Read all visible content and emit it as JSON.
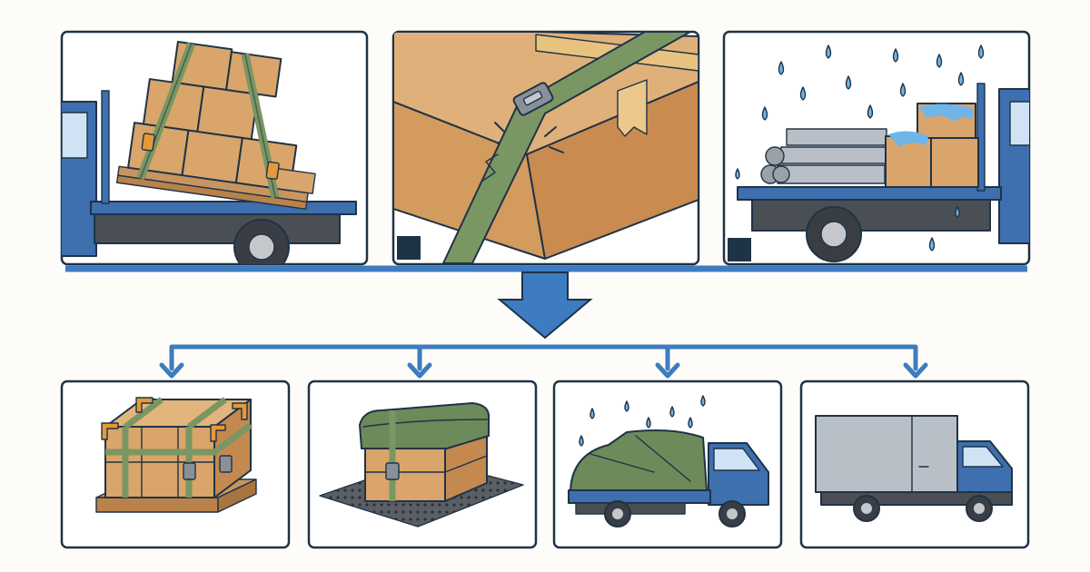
{
  "colors": {
    "background": "#fdfcf9",
    "frame": "#1f3347",
    "flow_blue": "#3d7cc0",
    "truck_blue": "#3e6fae",
    "truck_dark": "#4a4f55",
    "cardboard": "#d9a56a",
    "cardboard_dark": "#b9824a",
    "strap_green": "#7a9663",
    "buckle_orange": "#e39a3a",
    "water": "#6fb5e8",
    "pipe_gray": "#b9bfc6",
    "tarp_green": "#6d8a5a"
  },
  "panels": {
    "problems": [
      {
        "id": "unsecured-load",
        "icon": "shifting-pallet-load-icon"
      },
      {
        "id": "strap-damage",
        "icon": "strap-crushing-box-icon"
      },
      {
        "id": "water-exposure",
        "icon": "rain-on-open-truck-icon"
      }
    ],
    "solutions": [
      {
        "id": "edge-protected-strapping",
        "icon": "pallet-with-corner-guards-icon"
      },
      {
        "id": "padding-and-anti-slip-mat",
        "icon": "padded-load-on-mat-icon"
      },
      {
        "id": "tarp-covered-flatbed",
        "icon": "tarp-covered-truck-icon"
      },
      {
        "id": "enclosed-box-truck",
        "icon": "box-truck-icon"
      }
    ]
  },
  "flow": {
    "type": "problems-to-solutions",
    "source_count": 3,
    "target_count": 4
  }
}
